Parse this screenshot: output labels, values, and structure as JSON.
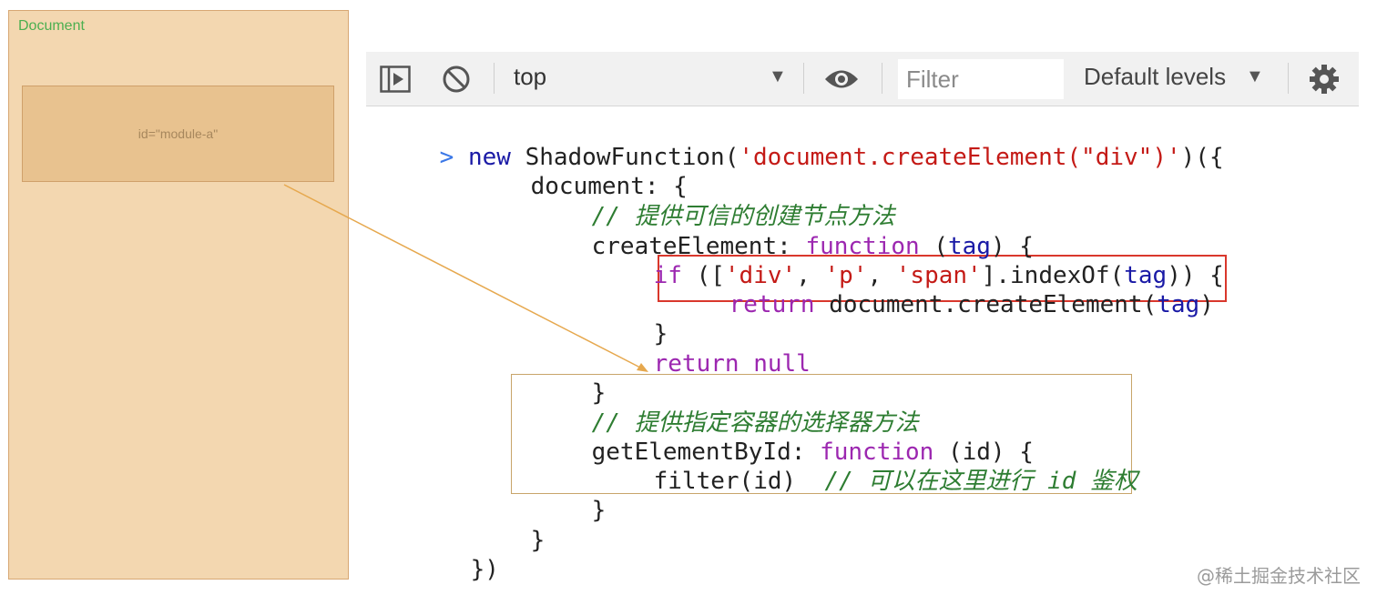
{
  "document_panel": {
    "title": "Document",
    "module_label": "id=\"module-a\""
  },
  "toolbar": {
    "context": "top",
    "filter_placeholder": "Filter",
    "levels_label": "Default levels",
    "icons": [
      "sidebar-toggle-icon",
      "clear-console-icon",
      "chevron-down-icon",
      "eye-icon",
      "chevron-down-icon",
      "gear-icon"
    ]
  },
  "code": {
    "l1_prompt": ">",
    "l1_new": "new",
    "l1_fn": "ShadowFunction(",
    "l1_str": "'document.createElement(\"div\")'",
    "l1_end": ")({",
    "l2": "document: {",
    "l3_comment": "// 提供可信的创建节点方法",
    "l4_name": "createElement: ",
    "l4_function": "function",
    "l4_open": " (",
    "l4_param": "tag",
    "l4_close": ") {",
    "l5_if": "if",
    "l5_open": " ([",
    "l5_s1": "'div'",
    "l5_c1": ", ",
    "l5_s2": "'p'",
    "l5_c2": ", ",
    "l5_s3": "'span'",
    "l5_idx": "].indexOf(",
    "l5_param": "tag",
    "l5_end": ")) {",
    "l6_return": "return",
    "l6_call": " document.createElement(",
    "l6_param": "tag",
    "l6_end": ")",
    "l7": "}",
    "l8_return": "return",
    "l8_null": " null",
    "l9": "}",
    "l10_comment": "// 提供指定容器的选择器方法",
    "l11_name": "getElementById: ",
    "l11_function": "function",
    "l11_rest": " (id) {",
    "l12_call": "filter(id)",
    "l12_comment": "  // 可以在这里进行 id 鉴权",
    "l13": "}",
    "l14": "}",
    "l15": "})"
  },
  "watermark": "@稀土掘金技术社区",
  "colors": {
    "document_bg": "#f3d7b0",
    "module_bg": "#e8c28f",
    "highlight_red": "#d9372c",
    "highlight_gold": "#c8a56a",
    "keyword": "#9c27b0",
    "string": "#c41a16",
    "comment": "#2e7d32"
  }
}
